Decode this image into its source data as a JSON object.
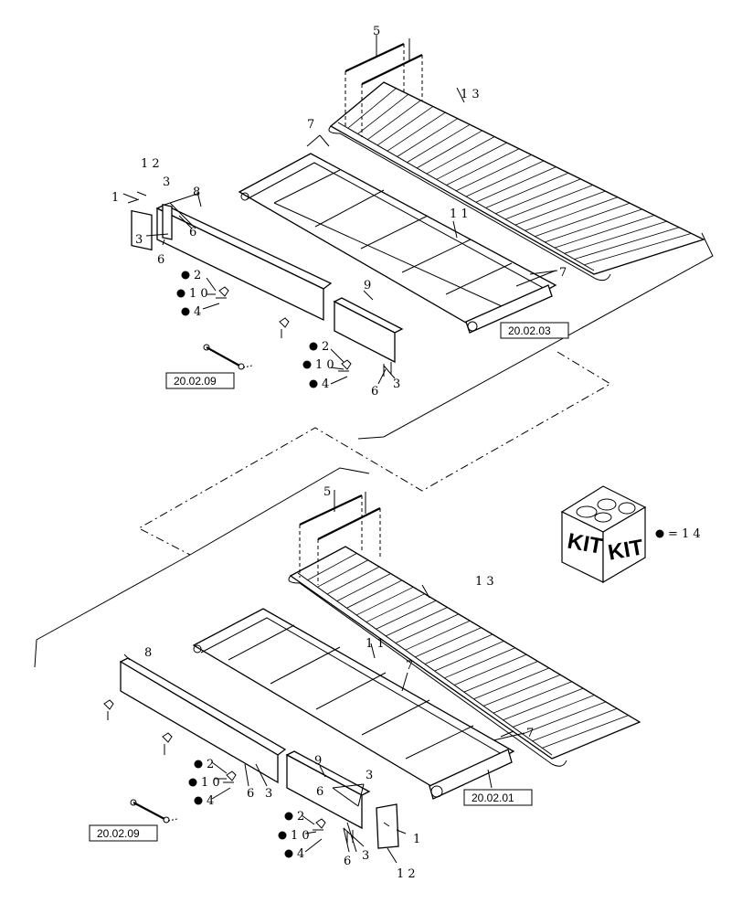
{
  "callouts": {
    "top": {
      "n1": "1",
      "n2a": "2",
      "n2b": "2",
      "n3a": "3",
      "n3b": "3",
      "n3c": "3",
      "n4a": "4",
      "n4b": "4",
      "n5": "5",
      "n6a": "6",
      "n6b": "6",
      "n6c": "6",
      "n7a": "7",
      "n7b": "7",
      "n8": "8",
      "n9": "9",
      "n10a": "1 0",
      "n10b": "1 0",
      "n11": "1 1",
      "n12": "1 2",
      "n13": "1 3"
    },
    "bottom": {
      "n1": "1",
      "n2a": "2",
      "n2b": "2",
      "n3a": "3",
      "n3b": "3",
      "n3c": "3",
      "n4a": "4",
      "n4b": "4",
      "n5": "5",
      "n6a": "6",
      "n6b": "6",
      "n6c": "6",
      "n7a": "7",
      "n7b": "7",
      "n8": "8",
      "n9": "9",
      "n10a": "1 0",
      "n10b": "1 0",
      "n11": "1 1",
      "n12": "1 2",
      "n13": "1 3"
    }
  },
  "references": {
    "top_frame": "20.02.03",
    "top_shaft": "20.02.09",
    "bottom_frame": "20.02.01",
    "bottom_shaft": "20.02.09"
  },
  "kit": {
    "label_left": "KIT",
    "label_right": "KIT",
    "legend": "= 1 4",
    "bullet_icon": "filled-circle-icon"
  }
}
